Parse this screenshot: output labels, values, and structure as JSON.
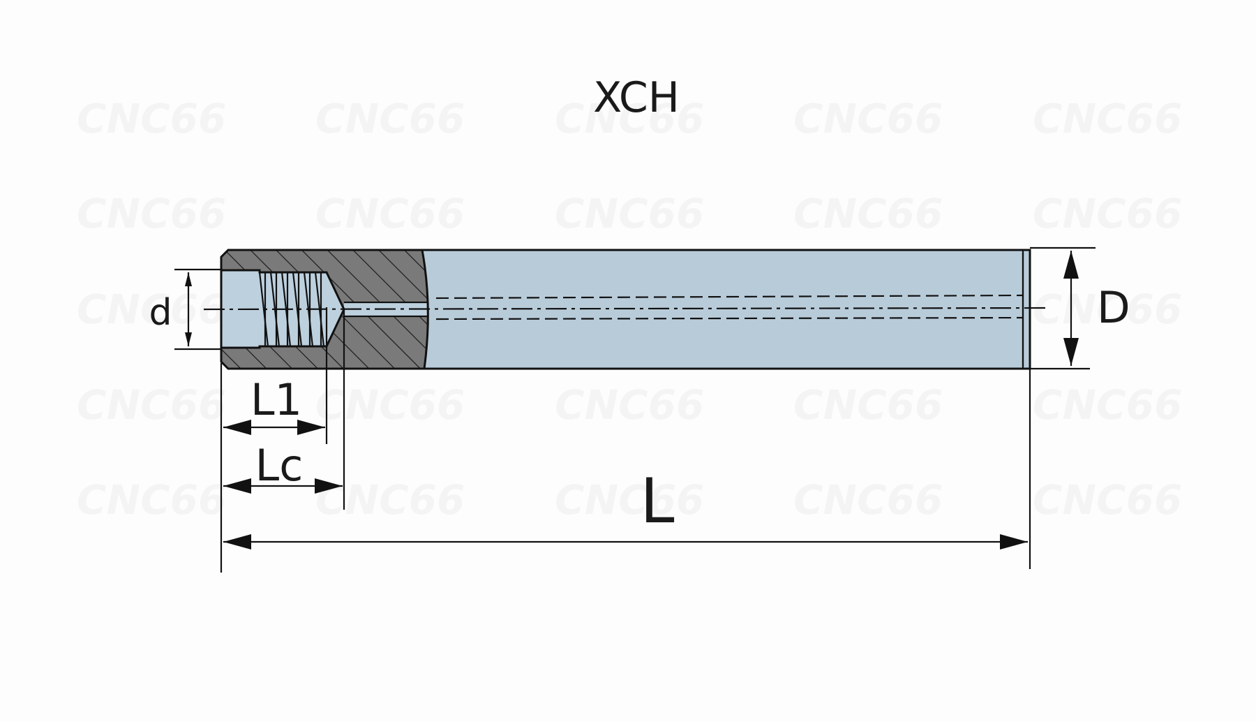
{
  "title": "XCH",
  "watermark": "CNC66",
  "dimensions": {
    "bore_diameter": "d",
    "outer_diameter": "D",
    "thread_length": "L1",
    "cut_length": "Lc",
    "overall_length": "L"
  },
  "colors": {
    "body_fill": "#b8cbd9",
    "section_fill": "#7a7a7a",
    "bore_fill": "#bdd0de",
    "outline": "#111111"
  }
}
